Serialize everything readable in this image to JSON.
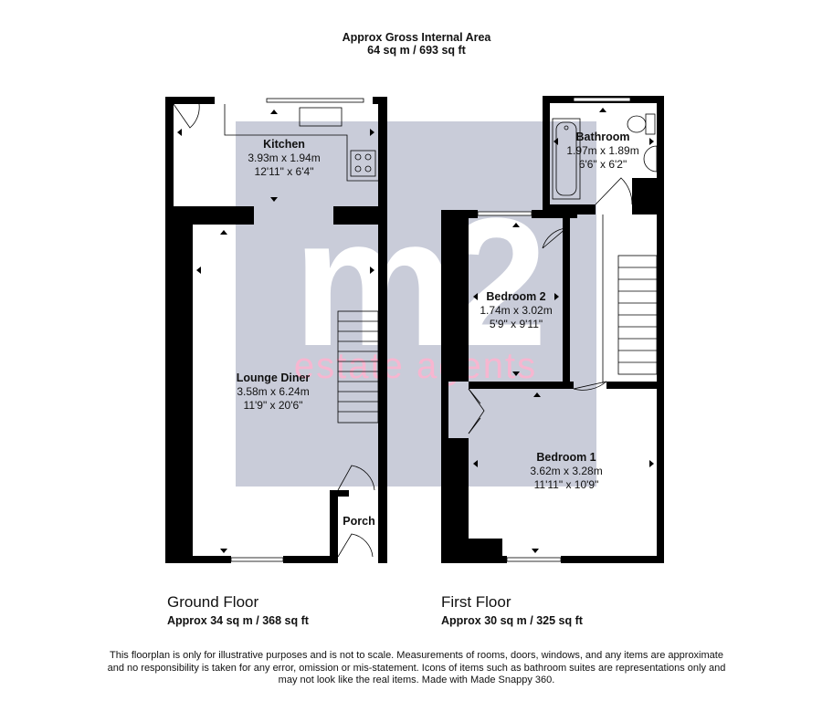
{
  "header": {
    "line1": "Approx Gross Internal Area",
    "line2": "64 sq m / 693 sq ft"
  },
  "watermark": {
    "logo": "m2",
    "tagline": "estate agents",
    "color_panel": "#c9ccd9",
    "color_pink": "#f7b6d0"
  },
  "colors": {
    "wall": "#000000",
    "window": "#ffffff"
  },
  "ground_floor": {
    "name": "Ground Floor",
    "area": "Approx 34 sq m / 368 sq ft",
    "rooms": {
      "kitchen": {
        "name": "Kitchen",
        "metric": "3.93m x 1.94m",
        "imperial": "12'11\" x 6'4\""
      },
      "lounge": {
        "name": "Lounge Diner",
        "metric": "3.58m x 6.24m",
        "imperial": "11'9\" x 20'6\""
      },
      "porch": {
        "name": "Porch"
      }
    }
  },
  "first_floor": {
    "name": "First Floor",
    "area": "Approx 30 sq m / 325 sq ft",
    "rooms": {
      "bathroom": {
        "name": "Bathroom",
        "metric": "1.97m x 1.89m",
        "imperial": "6'6\" x 6'2\""
      },
      "bedroom2": {
        "name": "Bedroom 2",
        "metric": "1.74m x 3.02m",
        "imperial": "5'9\" x 9'11\""
      },
      "bedroom1": {
        "name": "Bedroom 1",
        "metric": "3.62m x 3.28m",
        "imperial": "11'11\" x 10'9\""
      }
    }
  },
  "disclaimer": "This floorplan is only for illustrative purposes and is not to scale. Measurements of rooms, doors, windows, and any items are approximate and no responsibility is taken for any error, omission or mis-statement. Icons of items such as bathroom suites are representations only and may not look like the real items. Made with Made Snappy 360."
}
